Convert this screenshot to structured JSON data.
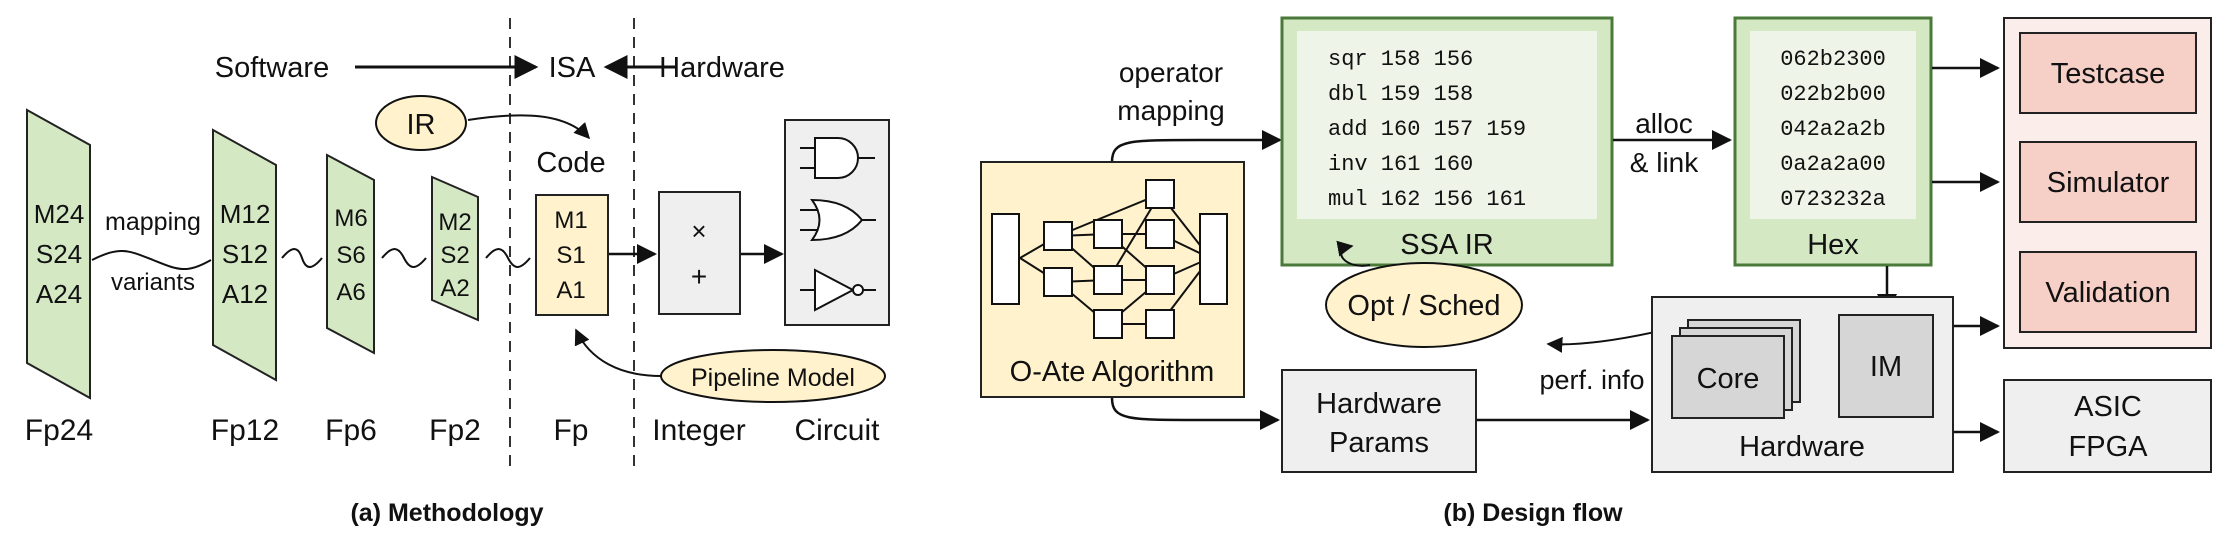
{
  "methodology": {
    "caption": "(a) Methodology",
    "software": "Software",
    "isa": "ISA",
    "hardware": "Hardware",
    "ir": "IR",
    "code": "Code",
    "mapping": "mapping",
    "variants": "variants",
    "pipeline_model": "Pipeline Model",
    "fields": [
      {
        "id": "fp24",
        "lines": [
          "M24",
          "S24",
          "A24"
        ],
        "label": "Fp24"
      },
      {
        "id": "fp12",
        "lines": [
          "M12",
          "S12",
          "A12"
        ],
        "label": "Fp12"
      },
      {
        "id": "fp6",
        "lines": [
          "M6",
          "S6",
          "A6"
        ],
        "label": "Fp6"
      },
      {
        "id": "fp2",
        "lines": [
          "M2",
          "S2",
          "A2"
        ],
        "label": "Fp2"
      },
      {
        "id": "fp",
        "lines": [
          "M1",
          "S1",
          "A1"
        ],
        "label": "Fp"
      }
    ],
    "integer_ops": [
      "×",
      "+"
    ],
    "integer_label": "Integer",
    "circuit_label": "Circuit"
  },
  "design_flow": {
    "caption": "(b) Design flow",
    "operator_mapping": [
      "operator",
      "mapping"
    ],
    "algorithm": "O-Ate Algorithm",
    "ssa_code": [
      "sqr 158 156",
      "dbl 159 158",
      "add 160 157 159",
      "inv 161 160",
      "mul 162 156 161"
    ],
    "ssa_label": "SSA IR",
    "alloc_link": [
      "alloc",
      "& link"
    ],
    "hex_code": [
      "062b2300",
      "022b2b00",
      "042a2a2b",
      "0a2a2a00",
      "0723232a"
    ],
    "hex_label": "Hex",
    "outputs": [
      "Testcase",
      "Simulator",
      "Validation"
    ],
    "opt_sched": "Opt / Sched",
    "perf_info": "perf. info",
    "hw_params": [
      "Hardware",
      "Params"
    ],
    "core": "Core",
    "im": "IM",
    "hardware_label": "Hardware",
    "asic_fpga": [
      "ASIC",
      "FPGA"
    ]
  },
  "colors": {
    "green_fill": "#d5e8c4",
    "green_border": "#4a7a3a",
    "code_bg": "#eef5e8",
    "yellow_fill": "#fff2cc",
    "pink_fill": "#f6cfc6",
    "pink_panel": "#fbeeea",
    "gray_fill": "#efefef",
    "core_fill": "#d6d6d6",
    "stroke": "#111111"
  }
}
